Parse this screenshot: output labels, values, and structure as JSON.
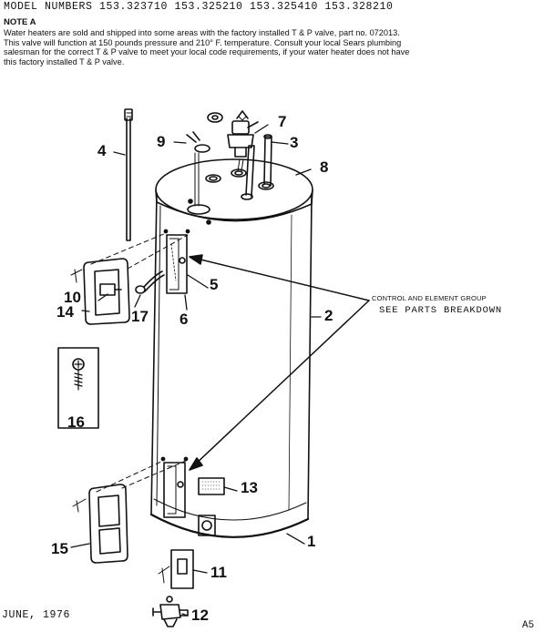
{
  "header": {
    "model_numbers": "MODEL NUMBERS 153.323710 153.325210 153.325410 153.328210",
    "note_title": "NOTE A",
    "note_lines": [
      "Water heaters are sold and shipped into some areas with the factory installed T & P valve, part no. 072013.",
      "This valve will function at 150 pounds pressure and 210° F. temperature. Consult your local Sears plumbing",
      "salesman for the correct T & P valve to meet your local code requirements, if your water heater does not have",
      "this factory installed T & P valve."
    ]
  },
  "callouts": [
    "1",
    "2",
    "3",
    "4",
    "5",
    "6",
    "7",
    "8",
    "9",
    "10",
    "11",
    "12",
    "13",
    "14",
    "15",
    "16",
    "17"
  ],
  "group_label": {
    "title": "CONTROL AND ELEMENT GROUP",
    "subtitle": "SEE PARTS BREAKDOWN"
  },
  "footer": {
    "date": "JUNE, 1976",
    "page": "A5"
  }
}
